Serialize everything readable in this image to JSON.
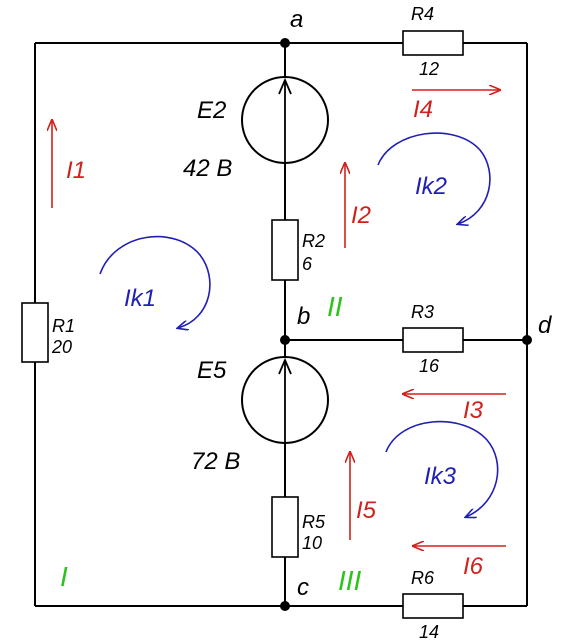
{
  "nodes": {
    "a": "a",
    "b": "b",
    "c": "c",
    "d": "d"
  },
  "resistors": {
    "R1": {
      "name": "R1",
      "value": "20"
    },
    "R2": {
      "name": "R2",
      "value": "6"
    },
    "R3": {
      "name": "R3",
      "value": "16"
    },
    "R4": {
      "name": "R4",
      "value": "12"
    },
    "R5": {
      "name": "R5",
      "value": "10"
    },
    "R6": {
      "name": "R6",
      "value": "14"
    }
  },
  "sources": {
    "E2": {
      "name": "E2",
      "value": "42 B"
    },
    "E5": {
      "name": "E5",
      "value": "72 B"
    }
  },
  "currents": {
    "I1": "I1",
    "I2": "I2",
    "I3": "I3",
    "I4": "I4",
    "I5": "I5",
    "I6": "I6"
  },
  "loop_currents": {
    "Ik1": "Ik1",
    "Ik2": "Ik2",
    "Ik3": "Ik3"
  },
  "meshes": {
    "I": "I",
    "II": "II",
    "III": "III"
  },
  "colors": {
    "wire": "#000000",
    "current": "#d0211c",
    "loop_current": "#1f1fb4",
    "mesh_label": "#2bc41d"
  }
}
